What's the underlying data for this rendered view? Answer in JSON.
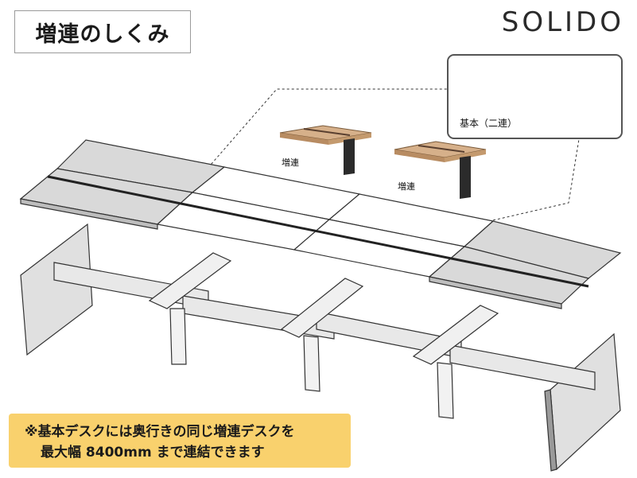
{
  "title": "増連のしくみ",
  "brand": "SOLIDO",
  "inset_label": "基本（二連）",
  "label_add_1": "増連",
  "label_add_2": "増連",
  "note_line1": "※基本デスクには奥行きの同じ増連デスクを",
  "note_line2": "最大幅 8400mm まで連結できます",
  "colors": {
    "wood": "#d6b08a",
    "black_frame": "#2b2b2b",
    "grey_panel": "#d9d9d9",
    "white_panel": "#ffffff",
    "note_bg": "#f9d16d"
  }
}
